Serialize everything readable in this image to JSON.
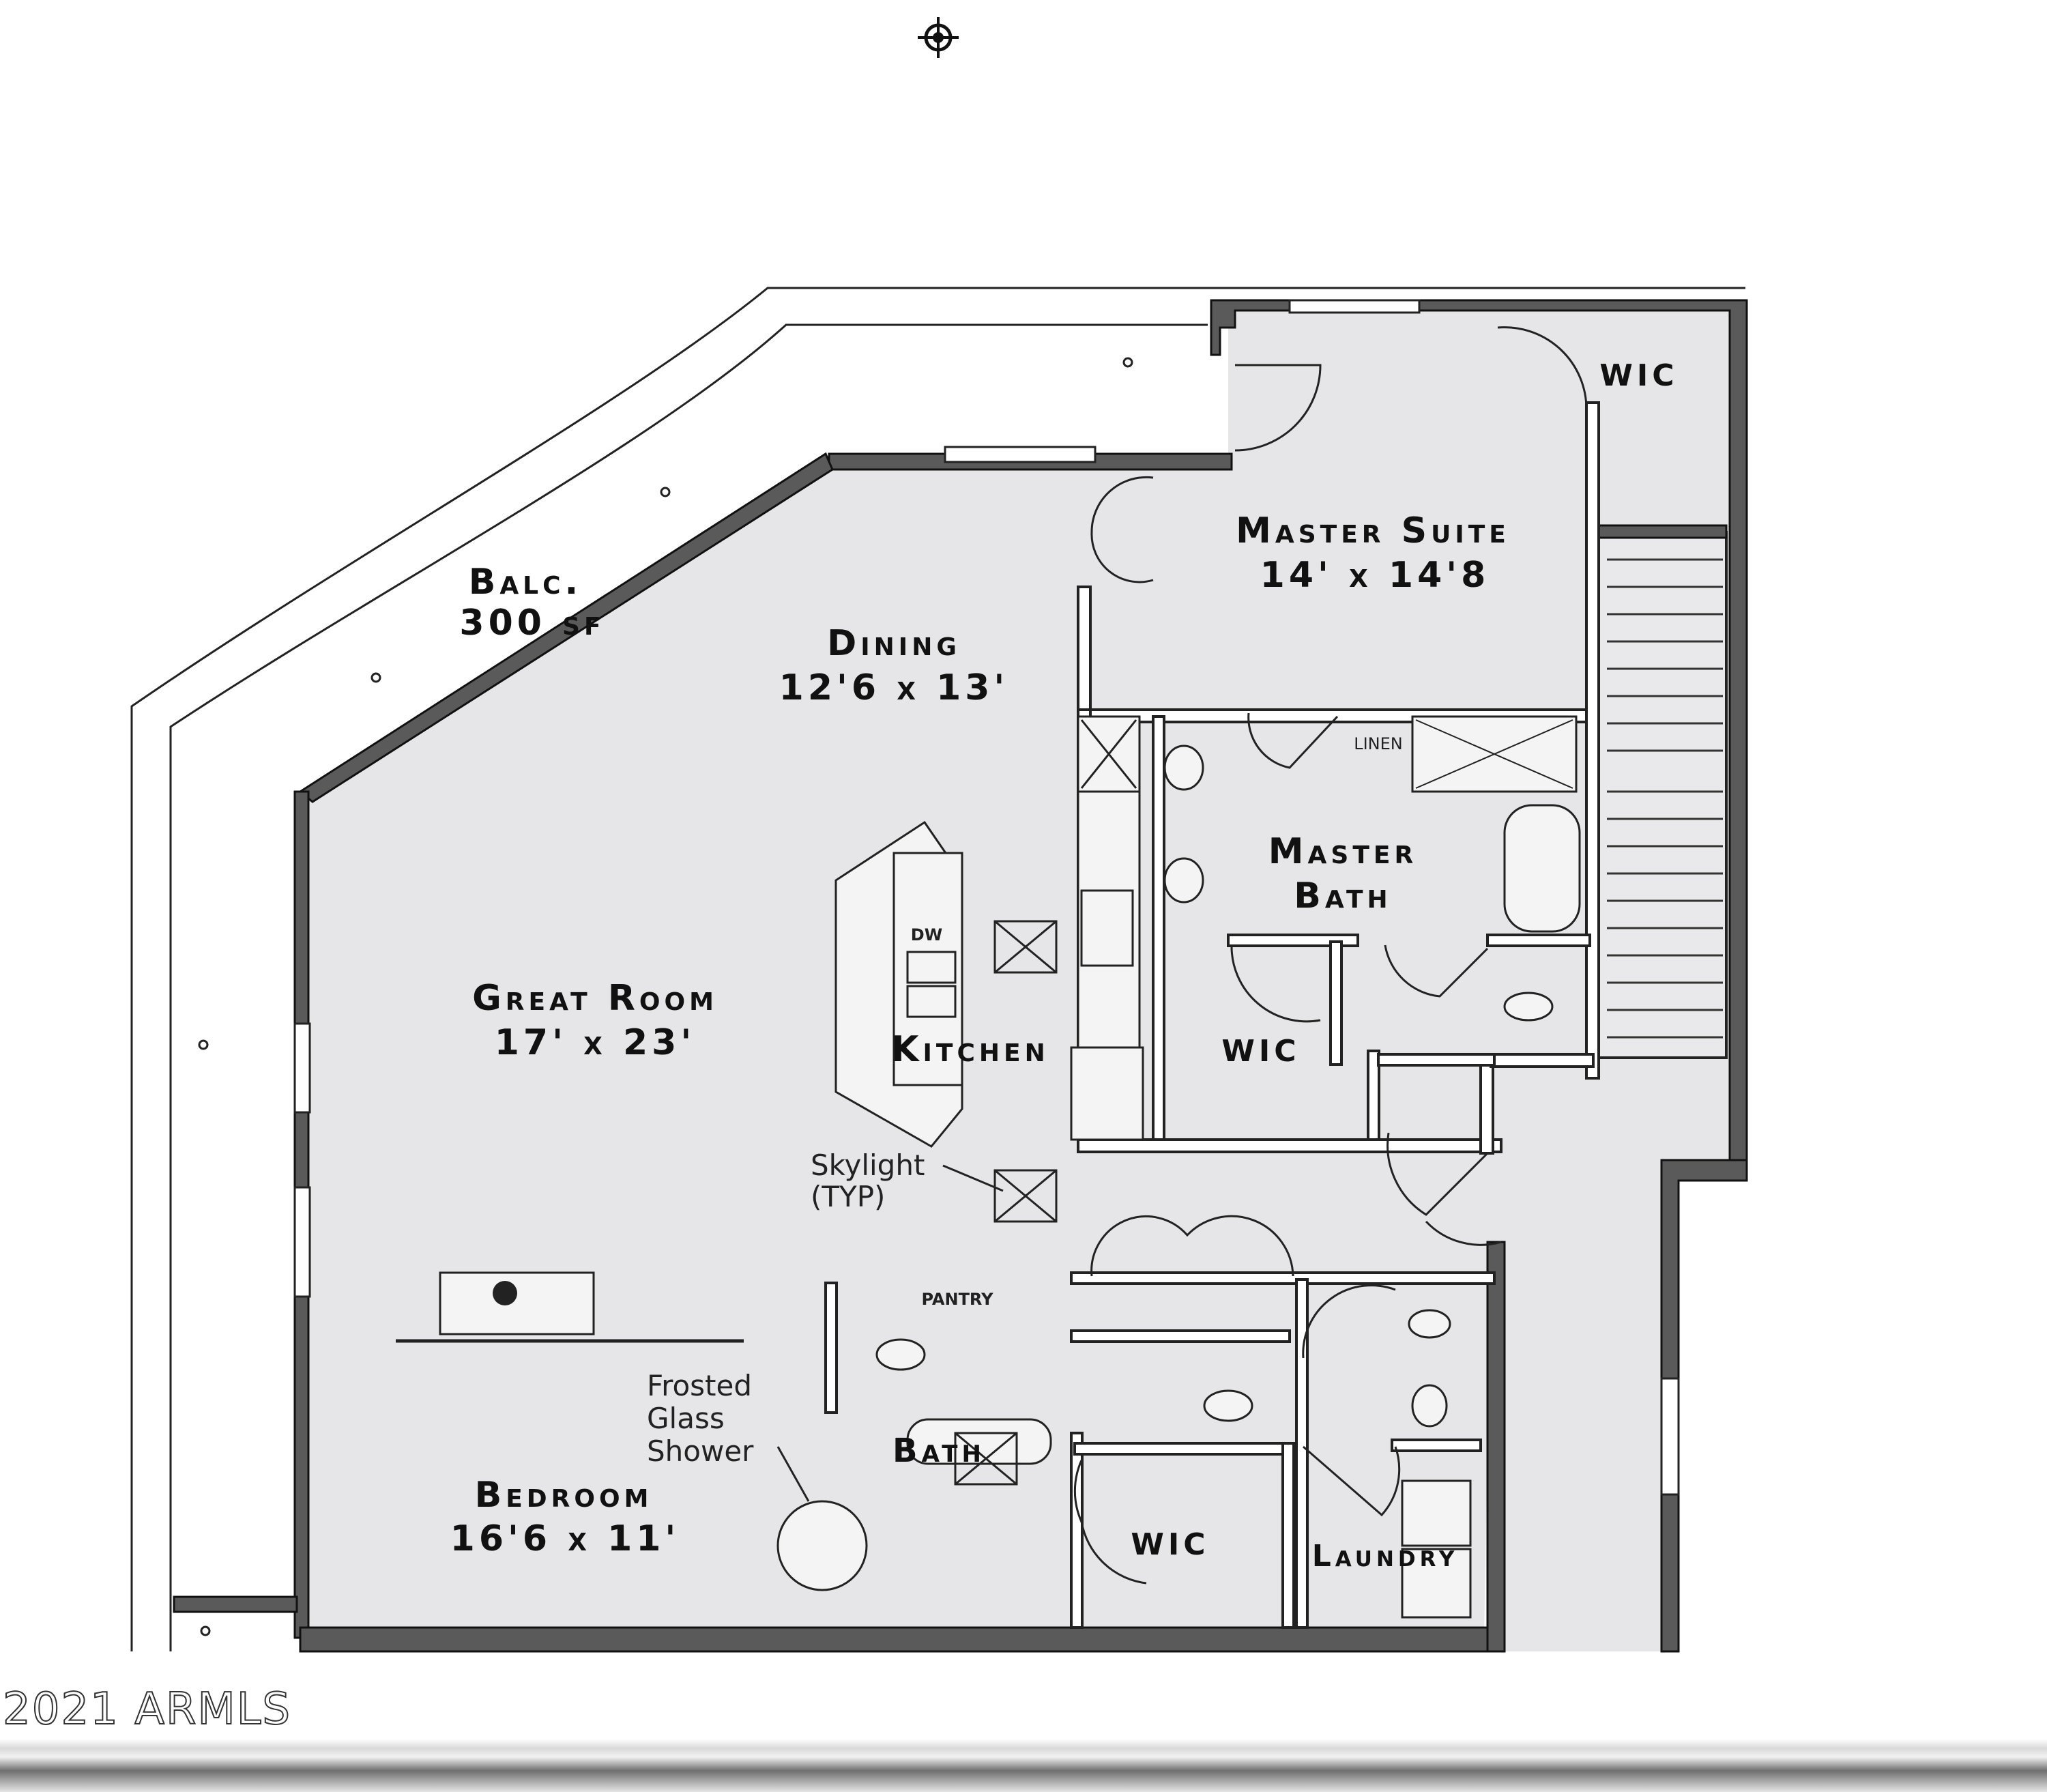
{
  "rooms": {
    "balcony": {
      "name": "Balc.",
      "size": "300 sf"
    },
    "dining": {
      "name": "Dining",
      "size": "12'6 x 13'"
    },
    "master_suite": {
      "name": "Master Suite",
      "size": "14' x 14'8"
    },
    "master_wic": {
      "name": "WIC"
    },
    "linen": {
      "name": "LINEN"
    },
    "master_bath": {
      "name": "Master",
      "name2": "Bath"
    },
    "great_room": {
      "name": "Great Room",
      "size": "17' x 23'"
    },
    "kitchen": {
      "name": "Kitchen"
    },
    "dw": {
      "name": "DW"
    },
    "wic_center": {
      "name": "WIC"
    },
    "pantry": {
      "name": "PANTRY"
    },
    "bath": {
      "name": "Bath"
    },
    "bedroom": {
      "name": "Bedroom",
      "size": "16'6 x 11'"
    },
    "wic_bedroom": {
      "name": "WIC"
    },
    "laundry": {
      "name": "Laundry"
    }
  },
  "notes": {
    "skylight": {
      "line1": "Skylight",
      "line2": "(TYP)"
    },
    "shower": {
      "line1": "Frosted",
      "line2": "Glass",
      "line3": "Shower"
    }
  },
  "footer": {
    "copyright": "2021 ARMLS"
  },
  "colors": {
    "floor": "#e6e6e8",
    "wall": "#5a5a5a",
    "line": "#222222"
  }
}
